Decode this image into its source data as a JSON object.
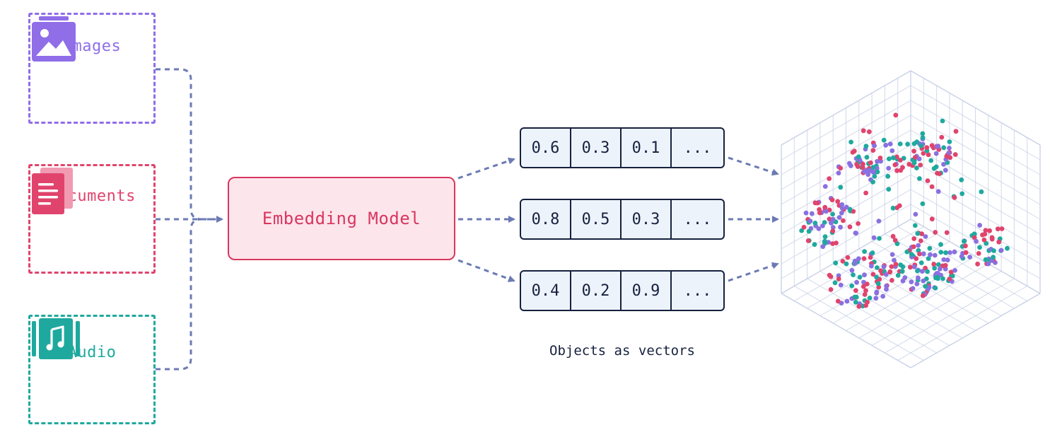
{
  "colors": {
    "images": "#8f6ee8",
    "documents": "#e0446d",
    "audio": "#1fa99e",
    "model_fill": "#fde5ec",
    "model_text": "#d7375e",
    "arrow": "#6b7ab4",
    "vector_fill": "#edf3fb",
    "vector_border": "#16213e",
    "grid": "#c7d0e6",
    "point_purple": "#8a70e0",
    "point_red": "#e0446d",
    "point_teal": "#1fa99e"
  },
  "sources": [
    {
      "id": "images",
      "label": "images",
      "icon": "image-icon"
    },
    {
      "id": "documents",
      "label": "Documents",
      "icon": "document-icon"
    },
    {
      "id": "audio",
      "label": "Audio",
      "icon": "music-note-icon"
    }
  ],
  "model": {
    "label": "Embedding Model"
  },
  "vectors": [
    [
      "0.6",
      "0.3",
      "0.1",
      "..."
    ],
    [
      "0.8",
      "0.5",
      "0.3",
      "..."
    ],
    [
      "0.4",
      "0.2",
      "0.9",
      "..."
    ]
  ],
  "caption": "Objects as vectors",
  "vector_space": {
    "icon": "3d-scatter-cube-icon"
  }
}
